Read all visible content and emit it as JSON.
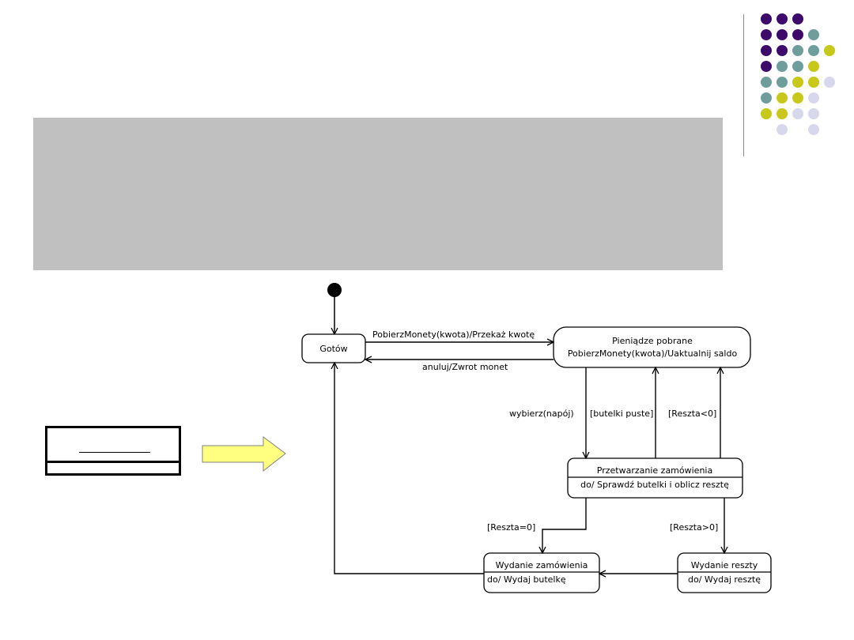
{
  "colors": {
    "purple": "#3d0a6b",
    "teal": "#6f9d9c",
    "yellow": "#c8c81b",
    "lavender": "#d8d8ec",
    "banner": "#c0c0c0",
    "arrow": "#ffff80"
  },
  "dot_grid": [
    [
      "purple",
      "purple",
      "purple",
      "",
      "",
      ""
    ],
    [
      "purple",
      "purple",
      "purple",
      "teal",
      "",
      ""
    ],
    [
      "purple",
      "purple",
      "teal",
      "teal",
      "yellow",
      ""
    ],
    [
      "purple",
      "teal",
      "teal",
      "yellow",
      "",
      ""
    ],
    [
      "teal",
      "teal",
      "yellow",
      "yellow",
      "lavender",
      ""
    ],
    [
      "teal",
      "yellow",
      "yellow",
      "lavender",
      "",
      ""
    ],
    [
      "yellow",
      "yellow",
      "lavender",
      "lavender",
      "",
      ""
    ],
    [
      "",
      "lavender",
      "",
      "lavender",
      "",
      ""
    ]
  ],
  "diagram": {
    "states": {
      "gotow": "Gotów",
      "pieniadze_title": "Pieniądze pobrane",
      "pieniadze_action": "PobierzMonety(kwota)/Uaktualnij saldo",
      "przetwarzanie_title": "Przetwarzanie zamówienia",
      "przetwarzanie_action": "do/ Sprawdź butelki i oblicz resztę",
      "wydanie_zam_title": "Wydanie zamówienia",
      "wydanie_zam_action": "do/ Wydaj butelkę",
      "wydanie_reszty_title": "Wydanie reszty",
      "wydanie_reszty_action": "do/ Wydaj resztę"
    },
    "transitions": {
      "pobierz": "PobierzMonety(kwota)/Przekaż kwotę",
      "anuluj": "anuluj/Zwrot monet",
      "wybierz": "wybierz(napój)",
      "butelki_puste": "[butelki puste]",
      "reszta_lt0": "[Reszta<0]",
      "reszta_eq0": "[Reszta=0]",
      "reszta_gt0": "[Reszta>0]"
    }
  }
}
